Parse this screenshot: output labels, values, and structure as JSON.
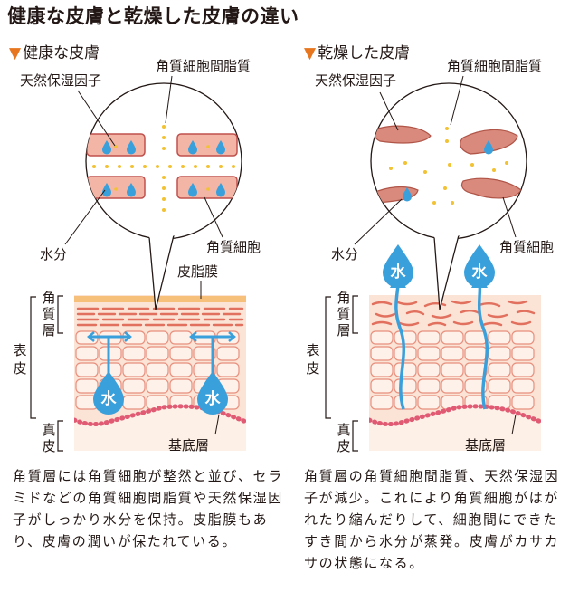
{
  "title": "健康な皮膚と乾燥した皮膚の違い",
  "left": {
    "heading_marker": "▼",
    "heading": "健康な皮膚",
    "labels": {
      "nmf": "天然保湿因子",
      "intercellular_lipid": "角質細胞間脂質",
      "water": "水分",
      "corneocyte": "角質細胞",
      "sebum_film": "皮脂膜",
      "stratum_corneum": [
        "角",
        "質",
        "層"
      ],
      "epidermis": [
        "表",
        "皮"
      ],
      "dermis": [
        "真",
        "皮"
      ],
      "basal_layer": "基底層",
      "water_mark": "水"
    },
    "description": "角質層には角質細胞が整然と並び、セラミドなどの角質細胞間脂質や天然保湿因子がしっかり水分を保持。皮脂膜もあり、皮膚の潤いが保たれている。"
  },
  "right": {
    "heading_marker": "▼",
    "heading": "乾燥した皮膚",
    "labels": {
      "nmf": "天然保湿因子",
      "intercellular_lipid": "角質細胞間脂質",
      "water": "水分",
      "corneocyte": "角質細胞",
      "stratum_corneum": [
        "角",
        "質",
        "層"
      ],
      "epidermis": [
        "表",
        "皮"
      ],
      "dermis": [
        "真",
        "皮"
      ],
      "basal_layer": "基底層",
      "water_mark": "水"
    },
    "description": "角質層の角質細胞間脂質、天然保湿因子が減少。これにより角質細胞がはがれたり縮んだりして、細胞間にできたすき間から水分が蒸発。皮膚がカサカサの状態になる。"
  },
  "colors": {
    "corneocyte_fill": "#f2b5a6",
    "corneocyte_stroke": "#c0504d",
    "corneocyte_dry": "#d98a7c",
    "lipid_dot": "#f1c232",
    "sebum": "#f6c07a",
    "skin": "#fbe3d6",
    "cell_stroke": "#e8907e",
    "dermis": "#fdf0e6",
    "water": "#3aa0dc",
    "arrow": "#3aa0dc",
    "heading_marker": "#e8761e"
  }
}
